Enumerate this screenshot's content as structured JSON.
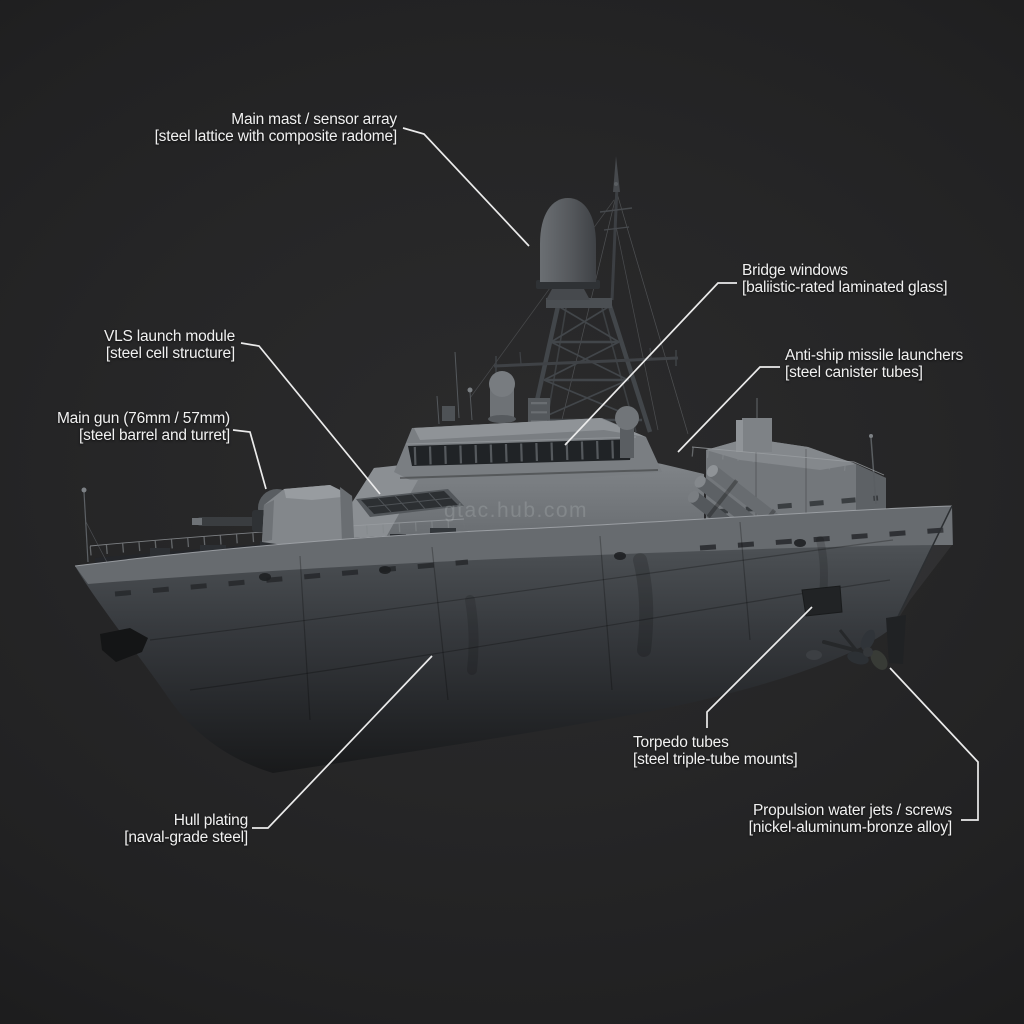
{
  "scene": {
    "background_color": "#242425",
    "watermark": "gtac.hub.com",
    "illustration": "Naval corvette 3D render, port bow view",
    "colors": {
      "label_text": "#f1f1f1",
      "leader_line": "#ebebeb",
      "hull_gray": "#3c3f43",
      "superstructure_gray": "#7a7e82",
      "radome_gray": "#55585c"
    }
  },
  "labels": [
    {
      "id": "main-mast",
      "title": "Main mast / sensor array",
      "subtitle": "[steel lattice with composite radome]",
      "align": "right"
    },
    {
      "id": "bridge",
      "title": "Bridge windows",
      "subtitle": "[baliistic-rated laminated glass]",
      "align": "left"
    },
    {
      "id": "vls",
      "title": "VLS launch module",
      "subtitle": "[steel cell structure]",
      "align": "right"
    },
    {
      "id": "antiship",
      "title": "Anti-ship missile launchers",
      "subtitle": "[steel canister tubes]",
      "align": "left"
    },
    {
      "id": "main-gun",
      "title": "Main gun (76mm / 57mm)",
      "subtitle": "[steel barrel and turret]",
      "align": "right"
    },
    {
      "id": "torpedo",
      "title": "Torpedo tubes",
      "subtitle": "[steel triple-tube mounts]",
      "align": "left"
    },
    {
      "id": "hull",
      "title": "Hull plating",
      "subtitle": "[naval-grade steel]",
      "align": "right"
    },
    {
      "id": "propulsion",
      "title": "Propulsion water jets / screws",
      "subtitle": "[nickel-aluminum-bronze alloy]",
      "align": "right"
    }
  ]
}
